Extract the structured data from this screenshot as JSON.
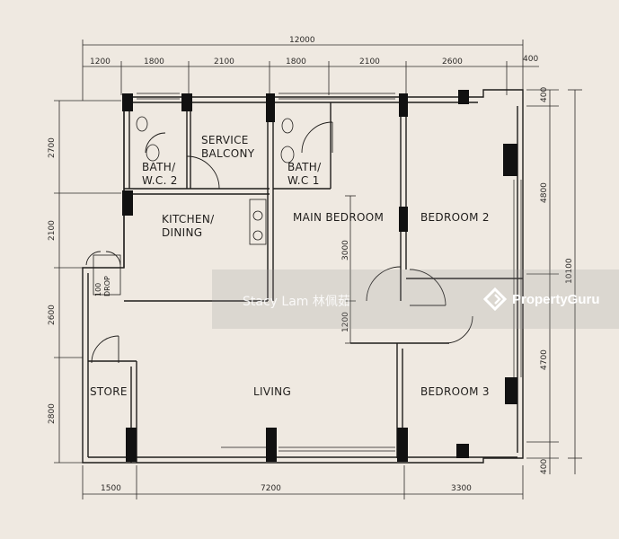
{
  "dimensions": {
    "top_total": "12000",
    "top": [
      "1200",
      "1800",
      "2100",
      "1800",
      "2100",
      "2600"
    ],
    "top_right": "400",
    "bottom": [
      "1500",
      "7200",
      "3300"
    ],
    "left": [
      "2700",
      "2100",
      "2600",
      "2800"
    ],
    "right_outer": [
      "400",
      "4800",
      "4700",
      "400"
    ],
    "right_total": "10100",
    "inner": [
      "3000",
      "1200"
    ]
  },
  "rooms": {
    "service_balcony": [
      "SERVICE",
      "BALCONY"
    ],
    "bath2": [
      "BATH/",
      "W.C. 2"
    ],
    "bath1": [
      "BATH/",
      "W.C 1"
    ],
    "kitchen": [
      "KITCHEN/",
      "DINING"
    ],
    "main_bedroom": "MAIN BEDROOM",
    "bedroom2": "BEDROOM 2",
    "bedroom3": "BEDROOM 3",
    "store": "STORE",
    "living": "LIVING",
    "refuse": [
      "100",
      "DROP"
    ]
  },
  "watermark": {
    "text": "Stacy Lam 林佩茹",
    "brand": "PropertyGuru"
  },
  "colors": {
    "paper": "#efe9e1",
    "ink": "#1f1d1b",
    "brand": "#ffffff"
  }
}
